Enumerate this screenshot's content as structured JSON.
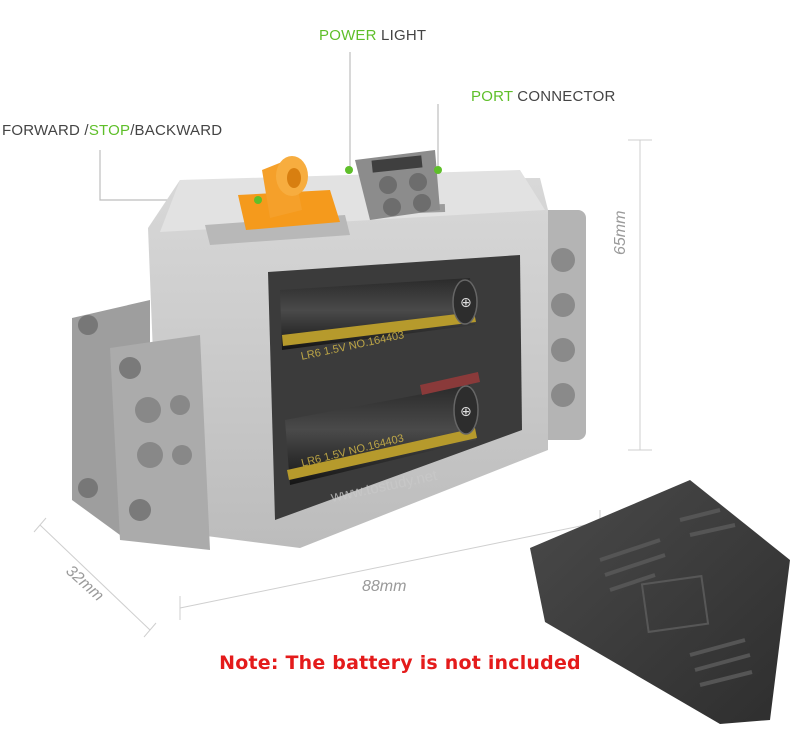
{
  "callouts": {
    "power": {
      "green": "POWER",
      "rest": " LIGHT"
    },
    "port": {
      "green": "PORT",
      "rest": " CONNECTOR"
    },
    "switch": {
      "before": "FORWARD /",
      "green": "STOP",
      "after": "/BACKWARD"
    }
  },
  "dimensions": {
    "height": "65mm",
    "width": "88mm",
    "depth": "32mm"
  },
  "battery_print": {
    "upper": "LR6 1.5V NO.164403",
    "lower": "LR6 1.5V NO.164403",
    "watermark": "www.tostudy.net"
  },
  "note": "Note: The battery is not included",
  "colors": {
    "accent_green": "#5fbf2a",
    "note_red": "#e41b1b",
    "case_gray": "#c9c9c9",
    "switch_orange": "#f59a1c",
    "lid_dark": "#3c3c3c"
  }
}
